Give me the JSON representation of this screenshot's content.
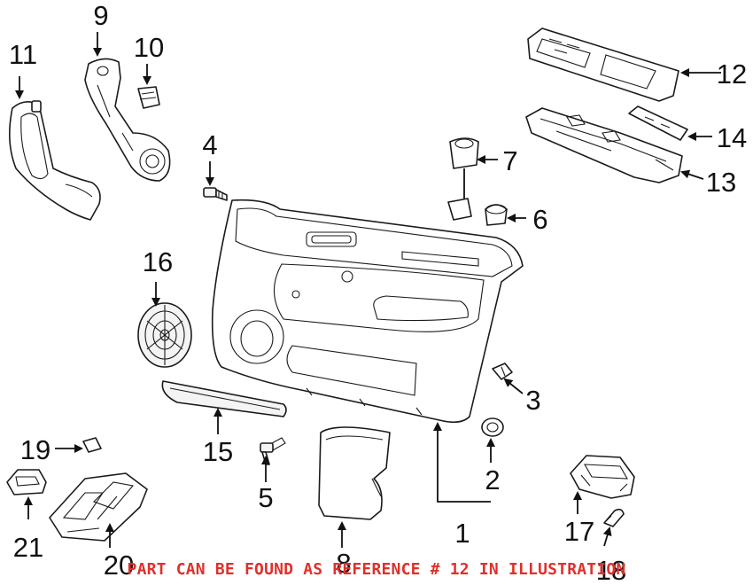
{
  "diagram": {
    "callouts": [
      "1",
      "2",
      "3",
      "4",
      "5",
      "6",
      "7",
      "8",
      "9",
      "10",
      "11",
      "12",
      "13",
      "14",
      "15",
      "16",
      "17",
      "18",
      "19",
      "20",
      "21"
    ],
    "notice": "PART CAN BE FOUND AS REFERENCE # 12 IN ILLUSTRATION",
    "notice_color": "#e0302a",
    "line_color": "#1a1a1a"
  }
}
